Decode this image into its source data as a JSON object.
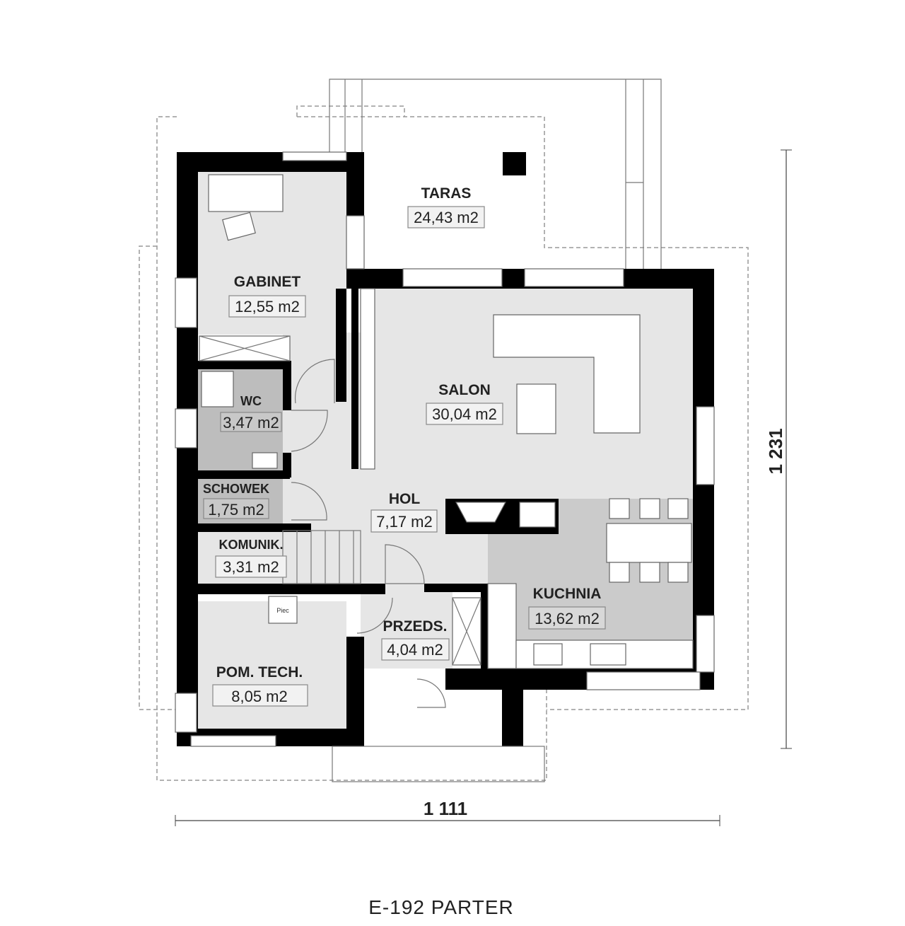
{
  "plan": {
    "title": "E-192 PARTER",
    "dimensions": {
      "width": "1 111",
      "height": "1 231"
    },
    "rooms": {
      "taras": {
        "name": "TARAS",
        "area": "24,43 m2"
      },
      "gabinet": {
        "name": "GABINET",
        "area": "12,55 m2"
      },
      "salon": {
        "name": "SALON",
        "area": "30,04 m2"
      },
      "wc": {
        "name": "WC",
        "area": "3,47 m2"
      },
      "schowek": {
        "name": "SCHOWEK",
        "area": "1,75 m2"
      },
      "hol": {
        "name": "HOL",
        "area": "7,17 m2"
      },
      "komunik": {
        "name": "KOMUNIK.",
        "area": "3,31 m2"
      },
      "kuchnia": {
        "name": "KUCHNIA",
        "area": "13,62 m2"
      },
      "przeds": {
        "name": "PRZEDS.",
        "area": "4,04 m2"
      },
      "pom_tech": {
        "name": "POM. TECH.",
        "area": "8,05 m2"
      }
    },
    "fixtures": {
      "furnace_label": "Piec"
    },
    "colors": {
      "floor": "#e6e6e6",
      "wet": "#bdbdbd",
      "kitchen": "#cbcbcb",
      "wall": "#000000"
    }
  }
}
